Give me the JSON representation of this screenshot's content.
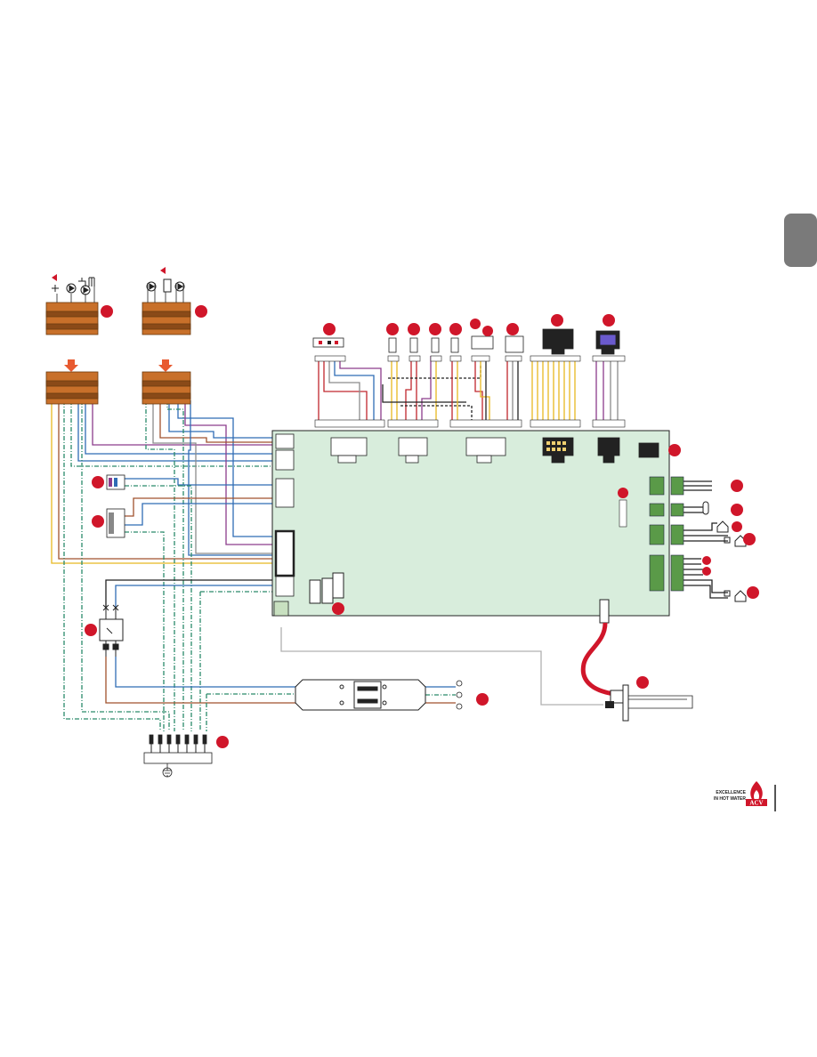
{
  "page": {
    "side_tab_color": "#7a7a7a",
    "board_color": "#d8eddc",
    "callout_color": "#d0162a",
    "connector_orange": "#c8702a",
    "terminal_green": "#5a9a48"
  },
  "wire_colors": {
    "red": "#c0272d",
    "purple": "#8c3c8c",
    "blue": "#2f6cb5",
    "brown": "#a0522d",
    "yellow": "#e8b820",
    "grey": "#8c8c8c",
    "green": "#2a8a6a",
    "black": "#222222"
  },
  "logo": {
    "brand": "ACV",
    "tagline_1": "EXCELLENCE",
    "tagline_2": "IN HOT WATER"
  },
  "icons": [
    "warning-arrow-icon",
    "tap-icon",
    "pump-icon",
    "radiator-icon",
    "thermostat-icon",
    "house-icon",
    "ground-icon",
    "flame-logo-icon"
  ]
}
